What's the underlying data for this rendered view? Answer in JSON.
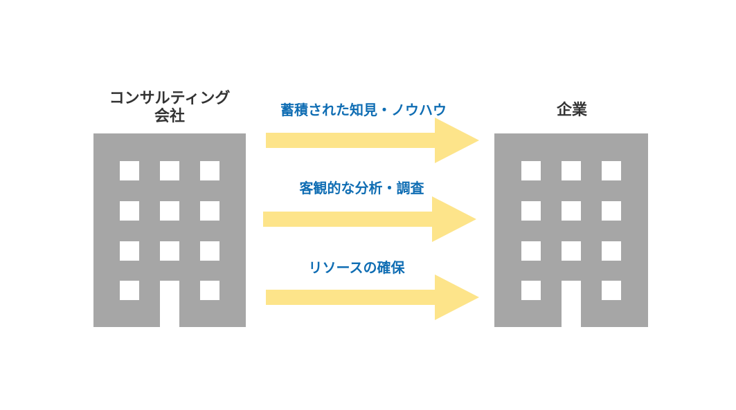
{
  "left_entity": {
    "label_lines": [
      "コンサルティング",
      "会社"
    ]
  },
  "right_entity": {
    "label": "企業"
  },
  "flows": [
    {
      "label": "蓄積された知見・ノウハウ"
    },
    {
      "label": "客観的な分析・調査"
    },
    {
      "label": "リソースの確保"
    }
  ],
  "colors": {
    "building": "#a6a6a6",
    "window": "#ffffff",
    "arrow": "#fde48a",
    "flow_text": "#0f6db3",
    "entity_text": "#333333"
  },
  "icons": {
    "building": "office-building-icon",
    "arrow": "right-arrow-icon"
  }
}
